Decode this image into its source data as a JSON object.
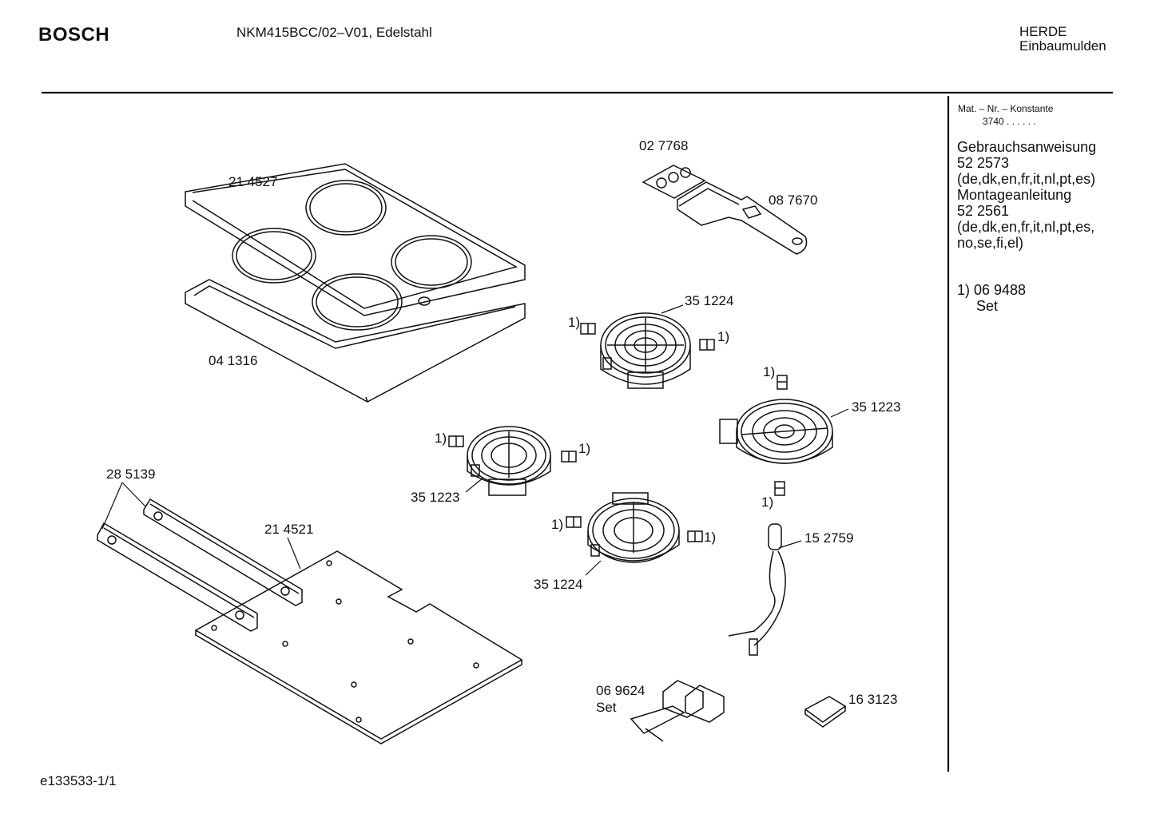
{
  "header": {
    "brand": "BOSCH",
    "model": "NKM415BCC/02–V01, Edelstahl",
    "category_line1": "HERDE",
    "category_line2": "Einbaumulden"
  },
  "footer": {
    "doc_id": "e133533-1/1"
  },
  "sidebar": {
    "mat_label": "Mat. – Nr. – Konstante",
    "mat_value": "3740 .  .  .  .  .  .",
    "lines": [
      "Gebrauchsanweisung",
      "52 2573",
      "(de,dk,en,fr,it,nl,pt,es)",
      "Montageanleitung",
      "52 2561",
      "(de,dk,en,fr,it,nl,pt,es,",
      "no,se,fi,el)"
    ],
    "note_line1": "1)  06 9488",
    "note_line2": "Set"
  },
  "parts": {
    "p214527": "21 4527",
    "p041316": "04 1316",
    "p027768": "02 7768",
    "p087670": "08 7670",
    "p351224_top": "35 1224",
    "p351223_right": "35 1223",
    "p351223_left": "35 1223",
    "p351224_bottom": "35 1224",
    "p285139": "28 5139",
    "p214521": "21 4521",
    "p152759": "15 2759",
    "p069624": "06 9624",
    "p069624_set": "Set",
    "p163123": "16 3123"
  },
  "note_ref": "1)"
}
